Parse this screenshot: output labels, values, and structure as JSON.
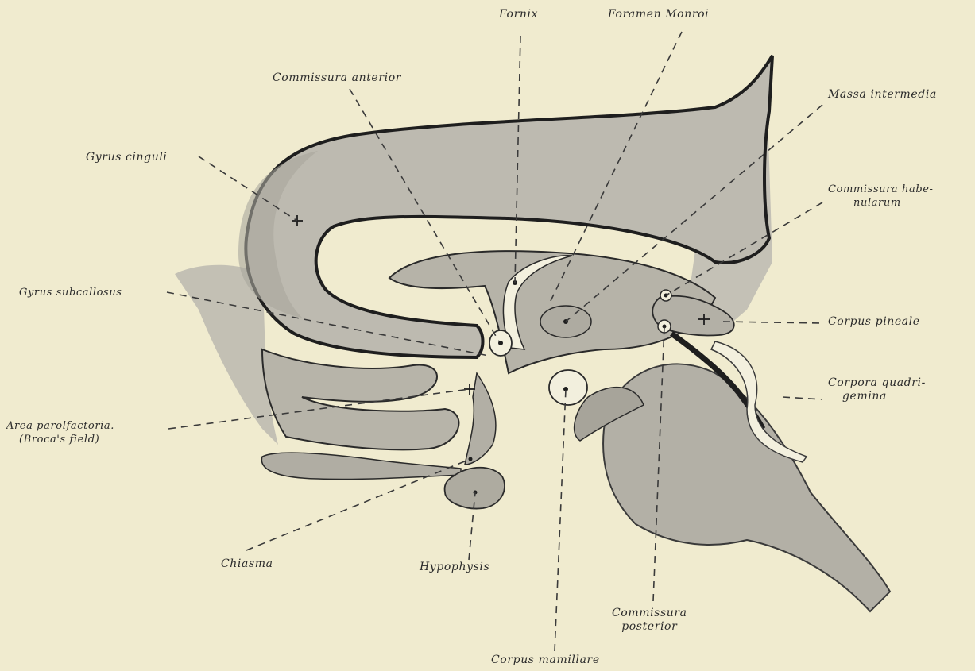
{
  "figure": {
    "background_color": "#f0ebcf",
    "tissue_color": "#b9b6ab",
    "outline_color": "#1e1e1e",
    "labels": {
      "fornix": "Fornix",
      "foramen_monroi": "Foramen Monroi",
      "commissura_anterior": "Commissura anterior",
      "massa_intermedia": "Massa intermedia",
      "gyrus_cinguli": "Gyrus cinguli",
      "commissura_habenularum_1": "Commissura habe-",
      "commissura_habenularum_2": "nularum",
      "gyrus_subcallosus": "Gyrus subcallosus",
      "corpus_pineale": "Corpus pineale",
      "corpora_quadrigemina_1": "Corpora quadri-",
      "corpora_quadrigemina_2": "gemina",
      "area_parolfactoria_1": "Area parolfactoria.",
      "area_parolfactoria_2": "(Broca's field)",
      "chiasma": "Chiasma",
      "hypophysis": "Hypophysis",
      "commissura_posterior_1": "Commissura",
      "commissura_posterior_2": "posterior",
      "corpus_mamillare": "Corpus mamillare"
    }
  }
}
